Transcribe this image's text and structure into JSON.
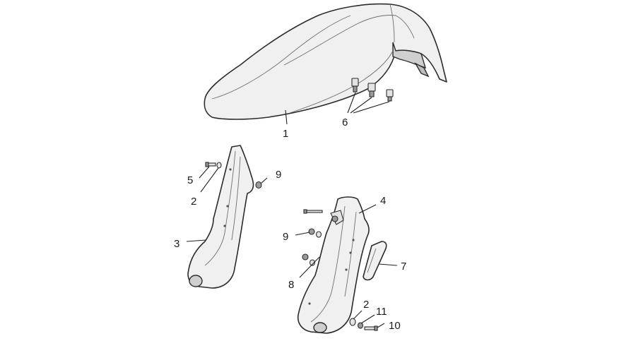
{
  "callouts": {
    "c1": "1",
    "c2a": "2",
    "c2b": "2",
    "c3": "3",
    "c4": "4",
    "c5": "5",
    "c6": "6",
    "c7": "7",
    "c8": "8",
    "c9a": "9",
    "c9b": "9",
    "c10": "10",
    "c11": "11"
  },
  "colors": {
    "part_fill": "#f0f0f0",
    "outline": "#2b2b2b",
    "background": "#ffffff"
  }
}
